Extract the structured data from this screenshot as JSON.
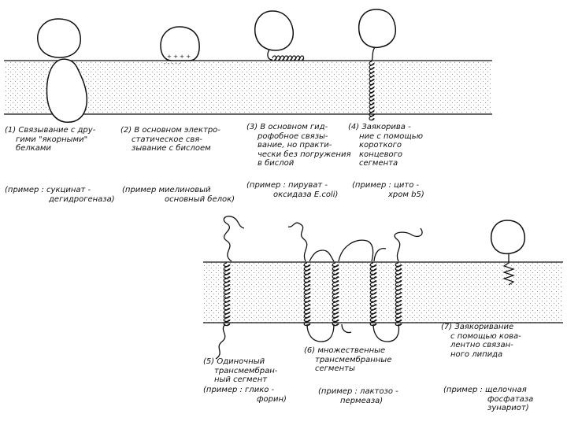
{
  "colors": {
    "ink": "#111111",
    "membrane_dots": "#9a9a9a",
    "background": "#ffffff"
  },
  "captions": [
    {
      "id": "c1",
      "lines": [
        "(1) Связывание  с дру-",
        "гими \"якорными\"",
        "белками"
      ],
      "example": [
        "(пример : сукцинат -",
        "дегидрогеназа)"
      ]
    },
    {
      "id": "c2",
      "lines": [
        "(2) В основном электро-",
        "статическое свя-",
        "зывание с бислоем"
      ],
      "example": [
        "(пример  миелиновый",
        "основный белок)"
      ]
    },
    {
      "id": "c3",
      "lines": [
        "(3) В основном гид-",
        "рофобное связы-",
        "вание, но практи-",
        "чески без погружения",
        "в бислой"
      ],
      "example": [
        "(пример : пируват -",
        "оксидаза E.coli)"
      ]
    },
    {
      "id": "c4",
      "lines": [
        "(4) Заякорива -",
        "ние с помощью",
        "короткого",
        "концевого",
        "сегмента"
      ],
      "example": [
        "(пример : цито -",
        "хром b5)"
      ]
    },
    {
      "id": "c5",
      "lines": [
        "(5) Одиночный",
        "трансмембран-",
        "ный сегмент"
      ],
      "example": [
        "(пример : глико -",
        "форин)"
      ]
    },
    {
      "id": "c6",
      "lines": [
        "(6) множественные",
        "трансмембранные",
        "сегменты"
      ],
      "example": [
        "(пример : лактозо -",
        "пермеаза)"
      ]
    },
    {
      "id": "c7",
      "lines": [
        "(7) Заякоривание",
        "с помощью кова-",
        "лентно связан-",
        "ного липида"
      ],
      "example": [
        "(пример : щелочная",
        "фосфатаза",
        "зунариот)"
      ]
    }
  ]
}
